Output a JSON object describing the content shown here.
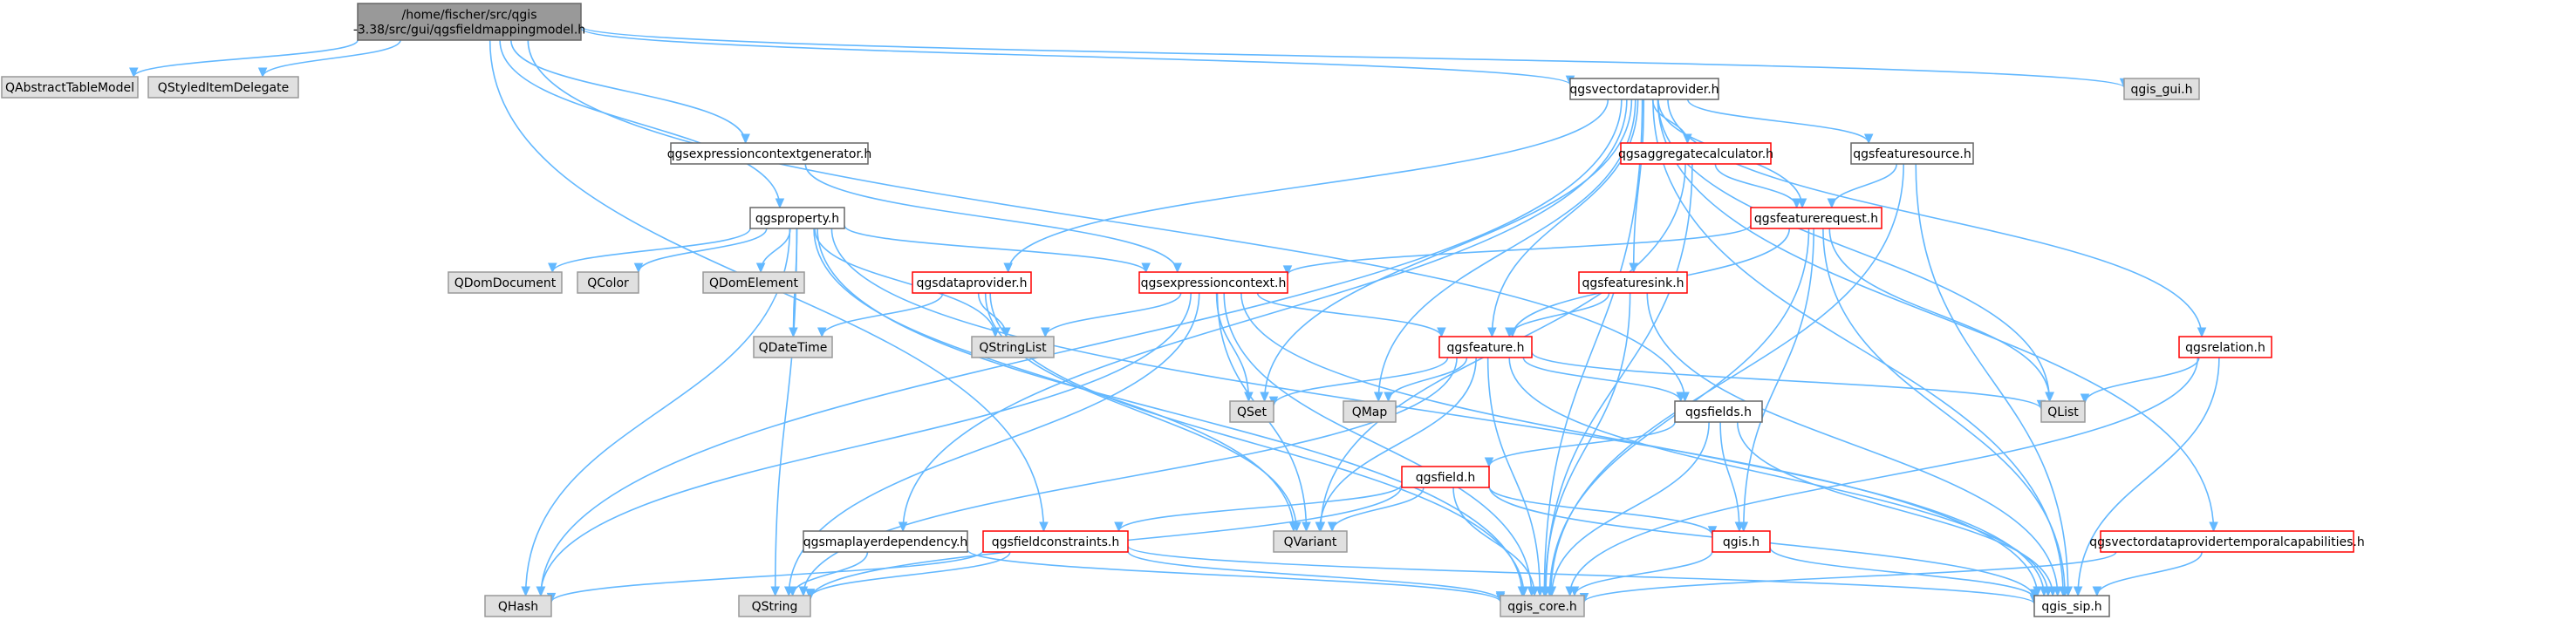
{
  "graph": {
    "nodes": [
      {
        "id": "root",
        "lines": [
          "/home/fischer/src/qgis",
          "-3.38/src/gui/qgsfieldmappingmodel.h"
        ],
        "style": "root"
      },
      {
        "id": "qabstracttablemodel",
        "lines": [
          "QAbstractTableModel"
        ],
        "style": "external"
      },
      {
        "id": "qstyleditemdelegate",
        "lines": [
          "QStyledItemDelegate"
        ],
        "style": "external"
      },
      {
        "id": "qgsvectordataprovider",
        "lines": [
          "qgsvectordataprovider.h"
        ],
        "style": "normal"
      },
      {
        "id": "qgis_gui",
        "lines": [
          "qgis_gui.h"
        ],
        "style": "external"
      },
      {
        "id": "qgsexpressioncontextgenerator",
        "lines": [
          "qgsexpressioncontextgenerator.h"
        ],
        "style": "normal"
      },
      {
        "id": "qgsaggregatecalculator",
        "lines": [
          "qgsaggregatecalculator.h"
        ],
        "style": "red"
      },
      {
        "id": "qgsfeaturesource",
        "lines": [
          "qgsfeaturesource.h"
        ],
        "style": "normal"
      },
      {
        "id": "qgsproperty",
        "lines": [
          "qgsproperty.h"
        ],
        "style": "normal"
      },
      {
        "id": "qgsfeaturerequest",
        "lines": [
          "qgsfeaturerequest.h"
        ],
        "style": "red"
      },
      {
        "id": "qdomdocument",
        "lines": [
          "QDomDocument"
        ],
        "style": "external"
      },
      {
        "id": "qcolor",
        "lines": [
          "QColor"
        ],
        "style": "external"
      },
      {
        "id": "qdomelement",
        "lines": [
          "QDomElement"
        ],
        "style": "external"
      },
      {
        "id": "qgsdataprovider",
        "lines": [
          "qgsdataprovider.h"
        ],
        "style": "red"
      },
      {
        "id": "qgsexpressioncontext",
        "lines": [
          "qgsexpressioncontext.h"
        ],
        "style": "red"
      },
      {
        "id": "qgsfeaturesink",
        "lines": [
          "qgsfeaturesink.h"
        ],
        "style": "red"
      },
      {
        "id": "qgsrelation",
        "lines": [
          "qgsrelation.h"
        ],
        "style": "red"
      },
      {
        "id": "qdatetime",
        "lines": [
          "QDateTime"
        ],
        "style": "external"
      },
      {
        "id": "qstringlist",
        "lines": [
          "QStringList"
        ],
        "style": "external"
      },
      {
        "id": "qgsfeature",
        "lines": [
          "qgsfeature.h"
        ],
        "style": "red"
      },
      {
        "id": "qset",
        "lines": [
          "QSet"
        ],
        "style": "external"
      },
      {
        "id": "qmap",
        "lines": [
          "QMap"
        ],
        "style": "external"
      },
      {
        "id": "qgsfields",
        "lines": [
          "qgsfields.h"
        ],
        "style": "normal"
      },
      {
        "id": "qlist",
        "lines": [
          "QList"
        ],
        "style": "external"
      },
      {
        "id": "qgsfield",
        "lines": [
          "qgsfield.h"
        ],
        "style": "red"
      },
      {
        "id": "qgsmaplayerdependency",
        "lines": [
          "qgsmaplayerdependency.h"
        ],
        "style": "normal"
      },
      {
        "id": "qgsfieldconstraints",
        "lines": [
          "qgsfieldconstraints.h"
        ],
        "style": "red"
      },
      {
        "id": "qvariant",
        "lines": [
          "QVariant"
        ],
        "style": "external"
      },
      {
        "id": "qgis",
        "lines": [
          "qgis.h"
        ],
        "style": "red"
      },
      {
        "id": "qgsvectordataprovidertemporalcapabilities",
        "lines": [
          "qgsvectordataprovidertemporalcapabilities.h"
        ],
        "style": "red"
      },
      {
        "id": "qhash",
        "lines": [
          "QHash"
        ],
        "style": "external"
      },
      {
        "id": "qstring",
        "lines": [
          "QString"
        ],
        "style": "external"
      },
      {
        "id": "qgis_core",
        "lines": [
          "qgis_core.h"
        ],
        "style": "external"
      },
      {
        "id": "qgis_sip",
        "lines": [
          "qgis_sip.h"
        ],
        "style": "normal"
      }
    ],
    "edges": [
      [
        "root",
        "qabstracttablemodel"
      ],
      [
        "root",
        "qstyleditemdelegate"
      ],
      [
        "root",
        "qgsvectordataprovider"
      ],
      [
        "root",
        "qgis_gui"
      ],
      [
        "root",
        "qgsexpressioncontextgenerator"
      ],
      [
        "root",
        "qgsproperty"
      ],
      [
        "root",
        "qgsfieldconstraints"
      ],
      [
        "root",
        "qgsfields"
      ],
      [
        "qgsvectordataprovider",
        "qgsaggregatecalculator"
      ],
      [
        "qgsvectordataprovider",
        "qgsfeaturesource"
      ],
      [
        "qgsvectordataprovider",
        "qgsfeaturerequest"
      ],
      [
        "qgsvectordataprovider",
        "qgsdataprovider"
      ],
      [
        "qgsvectordataprovider",
        "qgsfeaturesink"
      ],
      [
        "qgsvectordataprovider",
        "qgsrelation"
      ],
      [
        "qgsvectordataprovider",
        "qgsfeature"
      ],
      [
        "qgsvectordataprovider",
        "qset"
      ],
      [
        "qgsvectordataprovider",
        "qmap"
      ],
      [
        "qgsvectordataprovider",
        "qlist"
      ],
      [
        "qgsvectordataprovider",
        "qgsmaplayerdependency"
      ],
      [
        "qgsvectordataprovider",
        "qgsvectordataprovidertemporalcapabilities"
      ],
      [
        "qgsvectordataprovider",
        "qhash"
      ],
      [
        "qgsvectordataprovider",
        "qgis_core"
      ],
      [
        "qgsvectordataprovider",
        "qgis_sip"
      ],
      [
        "qgsexpressioncontextgenerator",
        "qgsexpressioncontext"
      ],
      [
        "qgsaggregatecalculator",
        "qgsfeaturerequest"
      ],
      [
        "qgsaggregatecalculator",
        "qvariant"
      ],
      [
        "qgsaggregatecalculator",
        "qgis_core"
      ],
      [
        "qgsfeaturesource",
        "qgsfeaturerequest"
      ],
      [
        "qgsfeaturesource",
        "qgis_core"
      ],
      [
        "qgsfeaturesource",
        "qgis_sip"
      ],
      [
        "qgsproperty",
        "qdomdocument"
      ],
      [
        "qgsproperty",
        "qcolor"
      ],
      [
        "qgsproperty",
        "qdomelement"
      ],
      [
        "qgsproperty",
        "qdatetime"
      ],
      [
        "qgsproperty",
        "qstringlist"
      ],
      [
        "qgsproperty",
        "qgsexpressioncontext"
      ],
      [
        "qgsproperty",
        "qvariant"
      ],
      [
        "qgsproperty",
        "qhash"
      ],
      [
        "qgsproperty",
        "qstring"
      ],
      [
        "qgsproperty",
        "qgis_core"
      ],
      [
        "qgsproperty",
        "qgis_sip"
      ],
      [
        "qgsfeaturerequest",
        "qgsexpressioncontext"
      ],
      [
        "qgsfeaturerequest",
        "qgsfeature"
      ],
      [
        "qgsfeaturerequest",
        "qgis"
      ],
      [
        "qgsfeaturerequest",
        "qlist"
      ],
      [
        "qgsfeaturerequest",
        "qgis_core"
      ],
      [
        "qgsfeaturerequest",
        "qgis_sip"
      ],
      [
        "qgsdataprovider",
        "qdatetime"
      ],
      [
        "qgsdataprovider",
        "qstringlist"
      ],
      [
        "qgsdataprovider",
        "qgis_core"
      ],
      [
        "qgsdataprovider",
        "qvariant"
      ],
      [
        "qgsexpressioncontext",
        "qstringlist"
      ],
      [
        "qgsexpressioncontext",
        "qgsfeature"
      ],
      [
        "qgsexpressioncontext",
        "qset"
      ],
      [
        "qgsexpressioncontext",
        "qvariant"
      ],
      [
        "qgsexpressioncontext",
        "qhash"
      ],
      [
        "qgsexpressioncontext",
        "qstring"
      ],
      [
        "qgsexpressioncontext",
        "qgis_core"
      ],
      [
        "qgsexpressioncontext",
        "qgis_sip"
      ],
      [
        "qgsfeaturesink",
        "qgsfeature"
      ],
      [
        "qgsfeaturesink",
        "qgis_core"
      ],
      [
        "qgsfeaturesink",
        "qgis_sip"
      ],
      [
        "qgsrelation",
        "qlist"
      ],
      [
        "qgsrelation",
        "qgis_core"
      ],
      [
        "qgsrelation",
        "qgis_sip"
      ],
      [
        "qgsfeature",
        "qset"
      ],
      [
        "qgsfeature",
        "qmap"
      ],
      [
        "qgsfeature",
        "qgsfields"
      ],
      [
        "qgsfeature",
        "qlist"
      ],
      [
        "qgsfeature",
        "qvariant"
      ],
      [
        "qgsfeature",
        "qstring"
      ],
      [
        "qgsfeature",
        "qgis_core"
      ],
      [
        "qgsfeature",
        "qgis_sip"
      ],
      [
        "qgsfields",
        "qgsfield"
      ],
      [
        "qgsfields",
        "qgis"
      ],
      [
        "qgsfields",
        "qgis_core"
      ],
      [
        "qgsfields",
        "qgis_sip"
      ],
      [
        "qgsfield",
        "qgsfieldconstraints"
      ],
      [
        "qgsfield",
        "qvariant"
      ],
      [
        "qgsfield",
        "qgis"
      ],
      [
        "qgsfield",
        "qstring"
      ],
      [
        "qgsfield",
        "qgis_core"
      ],
      [
        "qgsfield",
        "qgis_sip"
      ],
      [
        "qgsmaplayerdependency",
        "qstring"
      ],
      [
        "qgsmaplayerdependency",
        "qgis_core"
      ],
      [
        "qgsfieldconstraints",
        "qhash"
      ],
      [
        "qgsfieldconstraints",
        "qstring"
      ],
      [
        "qgsfieldconstraints",
        "qgis_core"
      ],
      [
        "qgsfieldconstraints",
        "qgis_sip"
      ],
      [
        "qgis",
        "qgis_core"
      ],
      [
        "qgis",
        "qgis_sip"
      ],
      [
        "qgsvectordataprovidertemporalcapabilities",
        "qgis_core"
      ],
      [
        "qgsvectordataprovidertemporalcapabilities",
        "qgis_sip"
      ]
    ]
  },
  "colors": {
    "edge": "#63b8ff",
    "root_fill": "#999999",
    "root_border": "#666666",
    "external_fill": "#e0e0e0",
    "external_border": "#999999",
    "normal_fill": "#ffffff",
    "normal_border": "#666666",
    "red_border": "#ff0000"
  }
}
